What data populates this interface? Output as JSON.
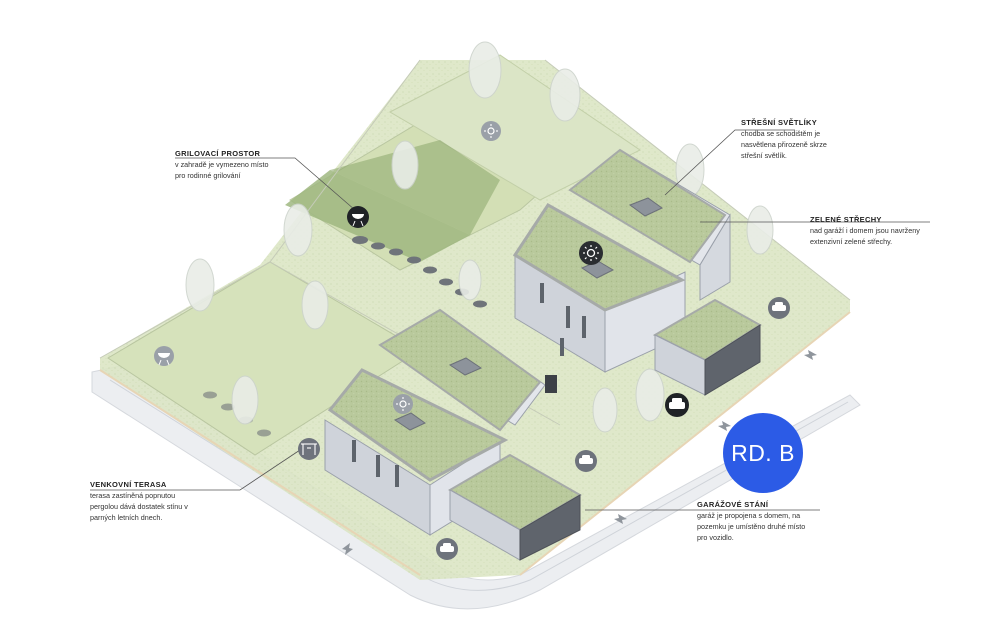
{
  "badge": "RD. B",
  "annotations": {
    "grill": {
      "title": "GRILOVACÍ PROSTOR",
      "text": "v zahradě je vymezeno místo\npro rodinné grilování"
    },
    "skylight": {
      "title": "STŘEŠNÍ SVĚTLÍKY",
      "text": "chodba se schodištěm je\nnasvětlena přirozeně skrze\nstřešní světlík."
    },
    "green_roof": {
      "title": "ZELENÉ STŘECHY",
      "text": "nad garáží i domem jsou navrženy\nextenzivní zelené střechy."
    },
    "terrace": {
      "title": "VENKOVNÍ TERASA",
      "text": "terasa zastíněná popnutou\npergolou dává dostatek stínu v\nparných letních dnech."
    },
    "parking": {
      "title": "GARÁŽOVÉ STÁNÍ",
      "text": "garáž je propojena s domem, na\npozemku je umístěno druhé místo\npro vozidlo."
    }
  },
  "colors": {
    "accent": "#2c5be6",
    "lawn": "#dfe8c9",
    "lawn_dark": "#c9d6ac",
    "wall": "#d9dce3",
    "roof": "#b7c79a",
    "icon_bg": "#6e737c"
  },
  "icons": [
    "sun-icon",
    "grill-icon",
    "car-icon",
    "pergola-icon"
  ]
}
